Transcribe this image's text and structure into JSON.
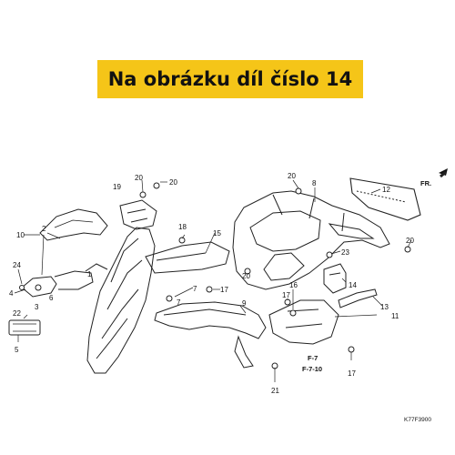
{
  "banner": {
    "text": "Na obrázku díl číslo 14",
    "color": "#f5c518"
  },
  "direction": "FR.",
  "catalog_code": "K77F3900",
  "refs": {
    "f7": "F-7",
    "f710": "F-7-10"
  },
  "labels": {
    "l1": "1",
    "l2": "2",
    "l3": "3",
    "l4": "4",
    "l5": "5",
    "l6": "6",
    "l7a": "7",
    "l7b": "7",
    "l8": "8",
    "l9": "9",
    "l10": "10",
    "l11": "11",
    "l12": "12",
    "l13": "13",
    "l14": "14",
    "l15": "15",
    "l16": "16",
    "l17a": "17",
    "l17b": "17",
    "l17c": "17",
    "l18": "18",
    "l19": "19",
    "l20a": "20",
    "l20b": "20",
    "l20c": "20",
    "l20d": "20",
    "l20e": "20",
    "l21": "21",
    "l22": "22",
    "l23": "23",
    "l24": "24"
  }
}
